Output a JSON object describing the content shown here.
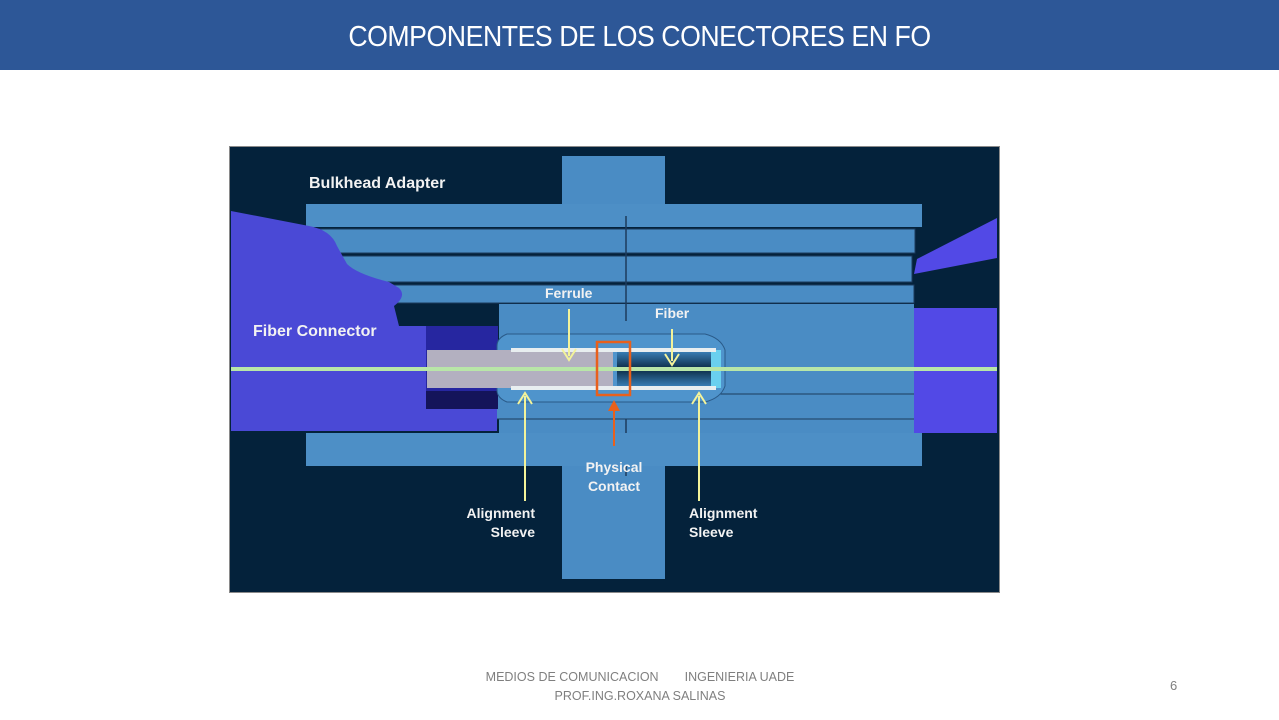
{
  "slide": {
    "title": "COMPONENTES  DE LOS CONECTORES EN FO",
    "page_number": "6",
    "footer": {
      "course": "MEDIOS DE COMUNICACION",
      "institution": "INGENIERIA  UADE",
      "professor": "PROF.ING.ROXANA SALINAS"
    }
  },
  "diagram": {
    "labels": {
      "bulkhead_adapter": "Bulkhead Adapter",
      "fiber_connector": "Fiber Connector",
      "ferrule": "Ferrule",
      "fiber": "Fiber",
      "physical_contact_line1": "Physical",
      "physical_contact_line2": "Contact",
      "alignment_sleeve_left_line1": "Alignment",
      "alignment_sleeve_left_line2": "Sleeve",
      "alignment_sleeve_right_line1": "Alignment",
      "alignment_sleeve_right_line2": "Sleeve"
    },
    "colors": {
      "background": "#04223b",
      "adapter": "#4a8cc4",
      "connector": "#4a49d6",
      "ferrule": "#b3b0c0",
      "fiber_line": "#b8e6a8",
      "pointer": "#f3f39a",
      "highlight": "#e8601c",
      "title_bar": "#2d5797"
    }
  }
}
